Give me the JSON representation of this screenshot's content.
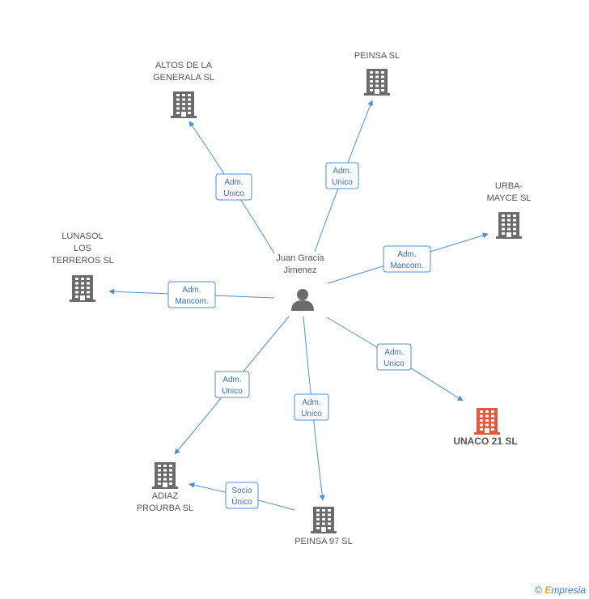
{
  "center": {
    "name_lines": [
      "Juan Gracia",
      "Jimenez"
    ],
    "icon": "person-icon"
  },
  "companies": [
    {
      "id": "altos",
      "lines": [
        "ALTOS DE LA",
        "GENERALA SL"
      ],
      "icon": "building-icon"
    },
    {
      "id": "peinsa",
      "lines": [
        "PEINSA SL"
      ],
      "icon": "building-icon"
    },
    {
      "id": "urba",
      "lines": [
        "URBA-",
        "MAYCE SL"
      ],
      "icon": "building-icon"
    },
    {
      "id": "lunasol",
      "lines": [
        "LUNASOL",
        "LOS",
        "TERREROS SL"
      ],
      "icon": "building-icon"
    },
    {
      "id": "unaco",
      "lines": [
        "UNACO 21 SL"
      ],
      "icon": "building-icon",
      "highlight": true,
      "color": "#e8573a"
    },
    {
      "id": "adiaz",
      "lines": [
        "ADIAZ",
        "PROURBA SL"
      ],
      "icon": "building-icon"
    },
    {
      "id": "peinsa97",
      "lines": [
        "PEINSA 97 SL"
      ],
      "icon": "building-icon"
    }
  ],
  "relations": [
    {
      "from": "center",
      "to": "altos",
      "lines": [
        "Adm.",
        "Unico"
      ]
    },
    {
      "from": "center",
      "to": "peinsa",
      "lines": [
        "Adm.",
        "Unico"
      ]
    },
    {
      "from": "center",
      "to": "urba",
      "lines": [
        "Adm.",
        "Mancom."
      ]
    },
    {
      "from": "center",
      "to": "lunasol",
      "lines": [
        "Adm.",
        "Mancom."
      ]
    },
    {
      "from": "center",
      "to": "unaco",
      "lines": [
        "Adm.",
        "Unico"
      ]
    },
    {
      "from": "center",
      "to": "adiaz",
      "lines": [
        "Adm.",
        "Unico"
      ]
    },
    {
      "from": "center",
      "to": "peinsa97",
      "lines": [
        "Adm.",
        "Unico"
      ]
    },
    {
      "from": "peinsa97",
      "to": "adiaz",
      "lines": [
        "Socio",
        "Único"
      ]
    }
  ],
  "colors": {
    "edge": "#4a90d9",
    "node": "#6b6b6b",
    "highlight": "#e8573a"
  },
  "footer": {
    "copyright": "©",
    "brand_first": "E",
    "brand_rest": "mpresia"
  }
}
